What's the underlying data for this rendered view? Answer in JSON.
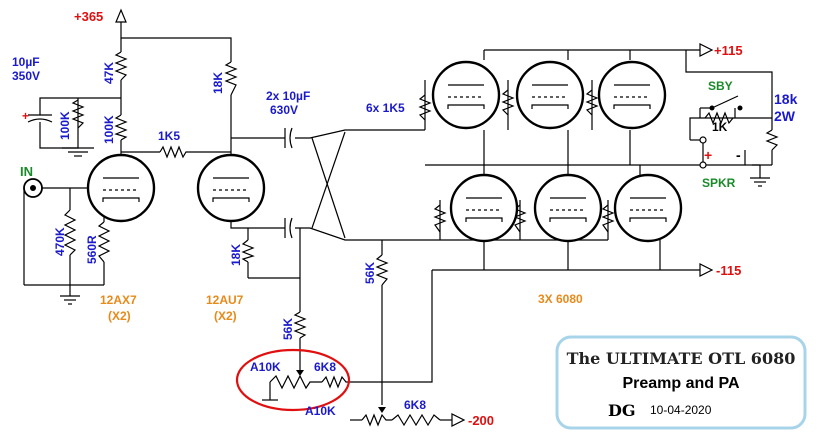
{
  "rails": {
    "b_plus_365": "+365",
    "b_plus_115": "+115",
    "b_minus_115": "-115",
    "b_minus_200": "-200"
  },
  "input": {
    "label": "IN"
  },
  "components": {
    "cap_input": {
      "value": "10µF",
      "voltage": "350V"
    },
    "r_100k_top": "100K",
    "r_47k": "47K",
    "r_100k_bias": "100K",
    "r_470k": "470K",
    "r_560r": "560R",
    "r_18k_plate": "18K",
    "r_1k5": "1K5",
    "cap_coupling": {
      "value": "2x 10µF",
      "voltage": "630V"
    },
    "r_18k_cathode": "18K",
    "r_56k_left": "56K",
    "r_56k_mid": "56K",
    "grid_resistors": "6x 1K5",
    "pot_a10k_left": "A10K",
    "r_6k8_left": "6K8",
    "pot_a10k_bottom": "A10K",
    "r_6k8_bottom": "6K8",
    "standby": "SBY",
    "r_1k_output": "1K",
    "r_18k_2w": {
      "value": "18k",
      "rating": "2W"
    },
    "speaker": {
      "label": "SPKR",
      "plus": "+",
      "minus": "-"
    }
  },
  "tubes": {
    "preamp": {
      "type": "12AX7",
      "qty": "(X2)"
    },
    "driver": {
      "type": "12AU7",
      "qty": "(X2)"
    },
    "output": {
      "type": "3X 6080"
    }
  },
  "title_block": {
    "title": "The ULTIMATE OTL 6080",
    "subtitle": "Preamp and PA",
    "author": "DG",
    "date": "10-04-2020"
  },
  "colors": {
    "component_label": "#1a1acc",
    "supply": "#e01010",
    "tube_type": "#e88a1a",
    "io_label": "#1a8a2a",
    "highlight": "#e01010",
    "title_border": "#a8d4ea"
  }
}
